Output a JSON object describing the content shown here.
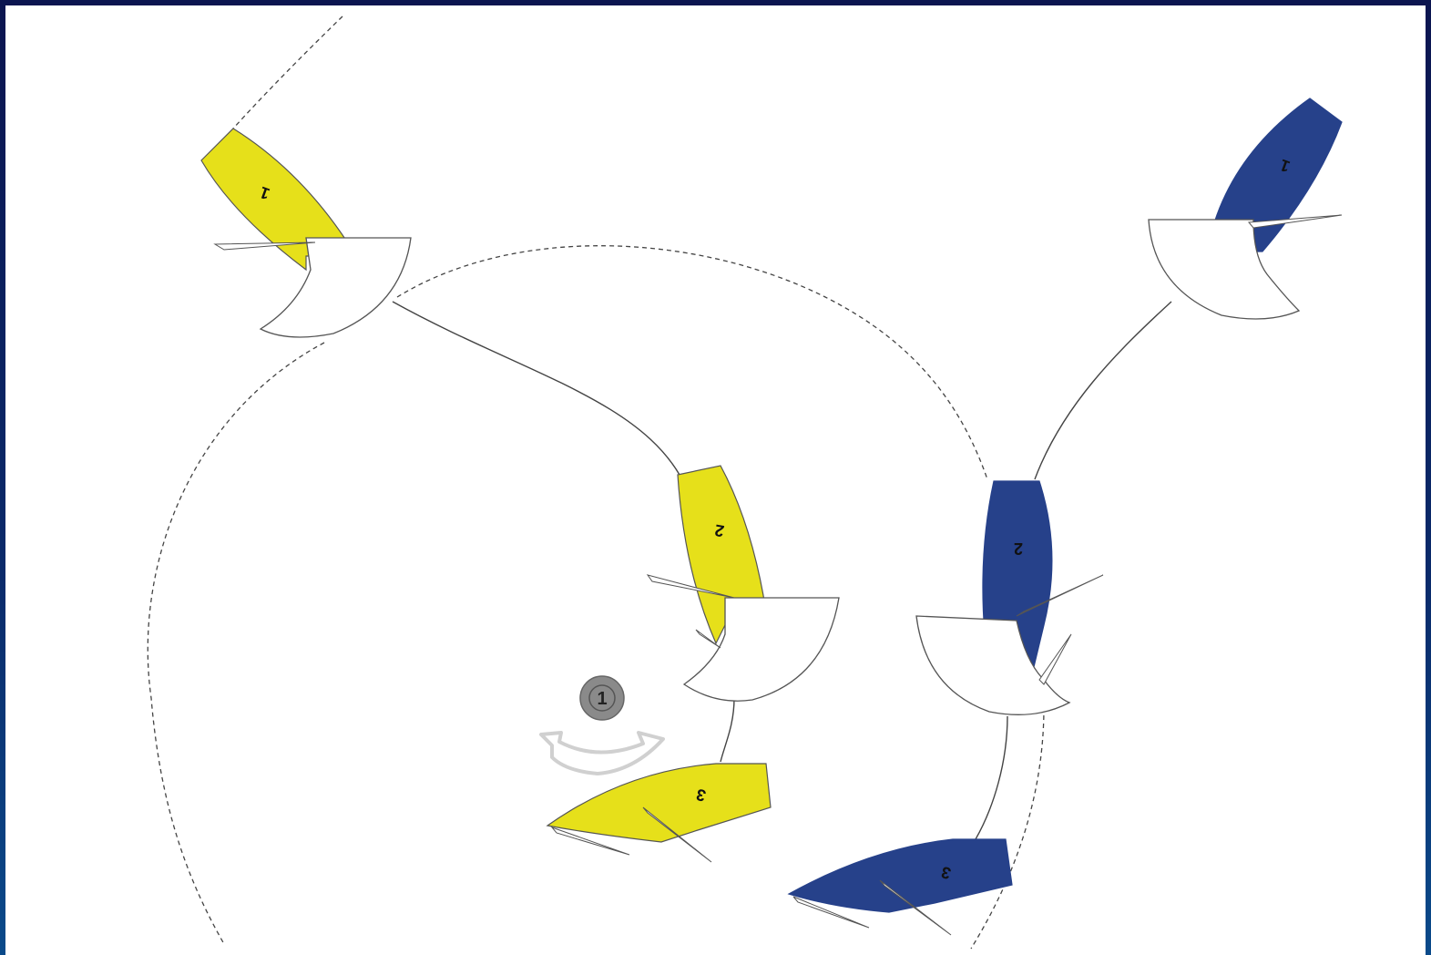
{
  "colors": {
    "frame": "#0b1550",
    "background": "#ffffff",
    "yellow_boat": "#e6e01a",
    "blue_boat": "#26418a",
    "track_line": "#444444",
    "badge_fill": "#8a8a8a",
    "rotation_arrow": "#d8d8d8"
  },
  "boats": {
    "yellow": [
      {
        "position": "1",
        "label": "1"
      },
      {
        "position": "2",
        "label": "2"
      },
      {
        "position": "3",
        "label": "3"
      }
    ],
    "blue": [
      {
        "position": "1",
        "label": "1"
      },
      {
        "position": "2",
        "label": "2"
      },
      {
        "position": "3",
        "label": "3"
      }
    ]
  },
  "badge": {
    "label": "1"
  },
  "icons": {
    "rotation": "counterclockwise-arrow-icon"
  }
}
